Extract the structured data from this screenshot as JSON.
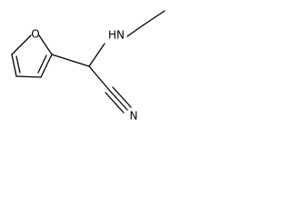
{
  "molecule": {
    "atoms": {
      "oxygen": "O",
      "amine": "HN",
      "nitrile_nitrogen": "N"
    },
    "bond_color": "#000000",
    "background": "#ffffff"
  }
}
